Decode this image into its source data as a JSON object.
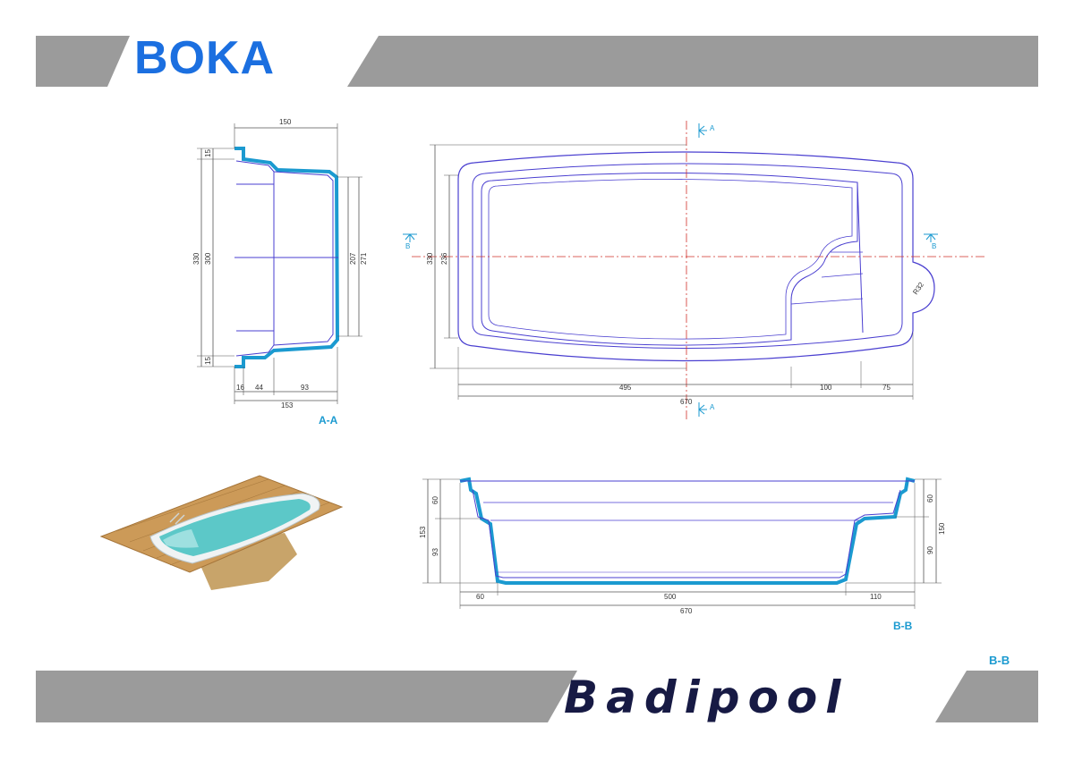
{
  "header": {
    "title": "BOKA"
  },
  "footer": {
    "brand": "Badipool",
    "stray_label": "B-B"
  },
  "colors": {
    "banner_gray": "#9b9b9b",
    "title_blue": "#1b6fe0",
    "shell_blue": "#1b9ad0",
    "outline": "#4a3fd0",
    "axis_red": "#d0302a"
  },
  "section_aa": {
    "label": "A-A",
    "top_width": "150",
    "rim_top": "15",
    "rim_bottom": "15",
    "height_outer": "330",
    "height_inner": "300",
    "right_207": "207",
    "right_271": "271",
    "bottom_16": "16",
    "bottom_44": "44",
    "bottom_93": "93",
    "bottom_total": "153"
  },
  "plan": {
    "marker_a": "A",
    "marker_b": "B",
    "height_outer": "330",
    "height_inner": "236",
    "radius": "R32",
    "len_495": "495",
    "len_100": "100",
    "len_75": "75",
    "total": "670"
  },
  "section_bb": {
    "label": "B-B",
    "left_60": "60",
    "left_153": "153",
    "left_93": "93",
    "right_60": "60",
    "right_150": "150",
    "right_90": "90",
    "bottom_60": "60",
    "bottom_500": "500",
    "bottom_110": "110",
    "total": "670"
  }
}
